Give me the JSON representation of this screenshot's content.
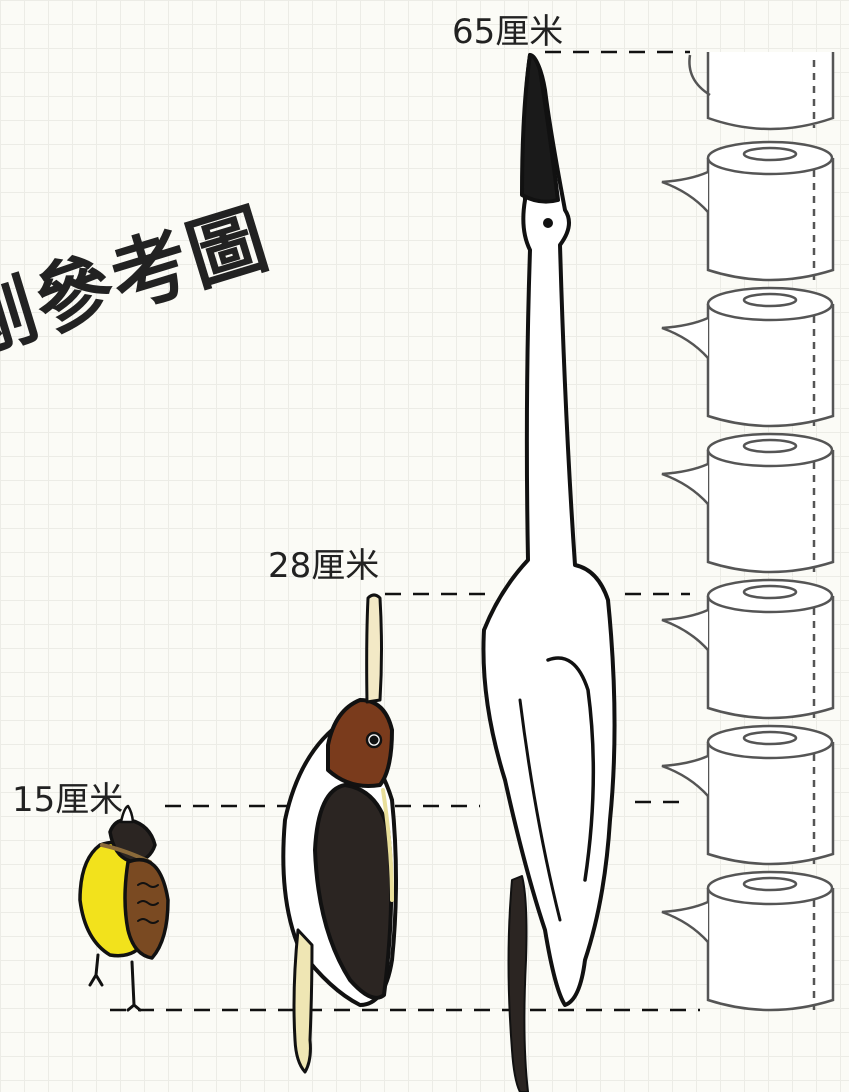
{
  "title": "刚參考圖",
  "labels": {
    "crane": "65厘米",
    "woodpecker": "28厘米",
    "warbler": "15厘米"
  },
  "scale_object": "toilet-paper-roll",
  "colors": {
    "outline": "#111111",
    "warbler_yellow": "#f2e21c",
    "warbler_brown": "#7a4a22",
    "woodpecker_head": "#7a3b1c",
    "woodpecker_black": "#2b2522",
    "beak_cream": "#f3e9c6",
    "crane_white": "#ffffff"
  }
}
